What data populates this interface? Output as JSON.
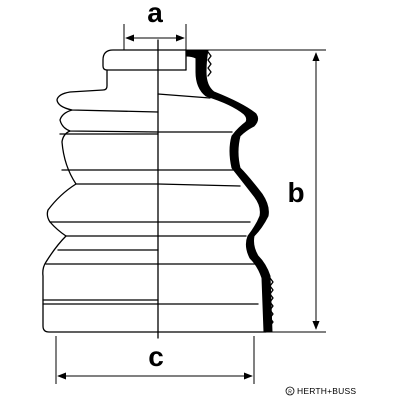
{
  "labels": {
    "a": "a",
    "b": "b",
    "c": "c"
  },
  "brand": {
    "text": "HERTH+BUSS"
  }
}
